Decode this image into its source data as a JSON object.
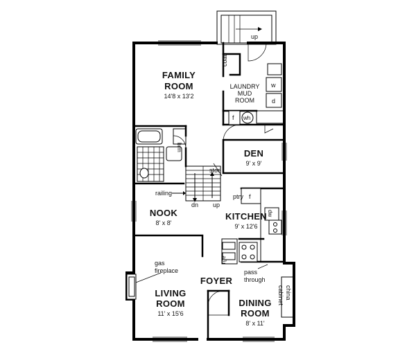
{
  "rooms": {
    "family": {
      "name_line1": "FAMILY",
      "name_line2": "ROOM",
      "dims": "14'8 x 13'2"
    },
    "laundry": {
      "line1": "LAUNDRY",
      "line2": "MUD",
      "line3": "ROOM"
    },
    "den": {
      "name": "DEN",
      "dims": "9' x 9'"
    },
    "nook": {
      "name": "NOOK",
      "dims": "8' x 8'"
    },
    "kitchen": {
      "name": "KITCHEN",
      "dims": "9' x 12'6"
    },
    "foyer": {
      "name": "FOYER"
    },
    "living": {
      "name_line1": "LIVING",
      "name_line2": "ROOM",
      "dims": "11' x 15'6"
    },
    "dining": {
      "name_line1": "DINING",
      "name_line2": "ROOM",
      "dims": "8' x 11'"
    }
  },
  "labels": {
    "up_exterior": "up",
    "coat": "coat",
    "washer": "w",
    "dryer": "d",
    "freezer": "f",
    "water_heater": "wh",
    "bathroom_closet": "brm",
    "storage": "stor",
    "railing": "railing",
    "down": "dn",
    "up": "up",
    "pantry": "ptry",
    "fridge": "f",
    "dishwasher": "dw",
    "range": "rge",
    "gas_fireplace_1": "gas",
    "gas_fireplace_2": "fireplace",
    "pass_through_1": "pass",
    "pass_through_2": "through",
    "china_cabinet_1": "china",
    "china_cabinet_2": "cabinet"
  }
}
